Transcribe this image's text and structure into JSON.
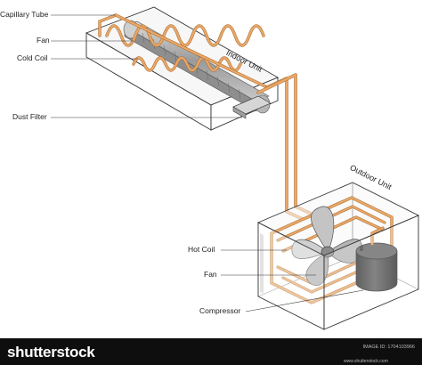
{
  "labels": {
    "capillary_tube": "Capillary Tube",
    "fan_indoor": "Fan",
    "cold_coil": "Cold Coil",
    "dust_filter": "Dust Filter",
    "indoor_unit": "Indoor Unit",
    "outdoor_unit": "Outdoor Unit",
    "hot_coil": "Hot Coil",
    "fan_outdoor": "Fan",
    "compressor": "Compressor"
  },
  "footer": {
    "brand": "shutterstock",
    "site": "www.shutterstock.com",
    "image_id_label": "IMAGE ID: 1704103966"
  },
  "colors": {
    "pipe": "#e8a868",
    "pipe_outline": "#b07438",
    "box_stroke": "#333333",
    "fan_gray": "#bfbfbf",
    "compressor": "#3d3d3d",
    "footer_bg": "#0e0e0e"
  }
}
